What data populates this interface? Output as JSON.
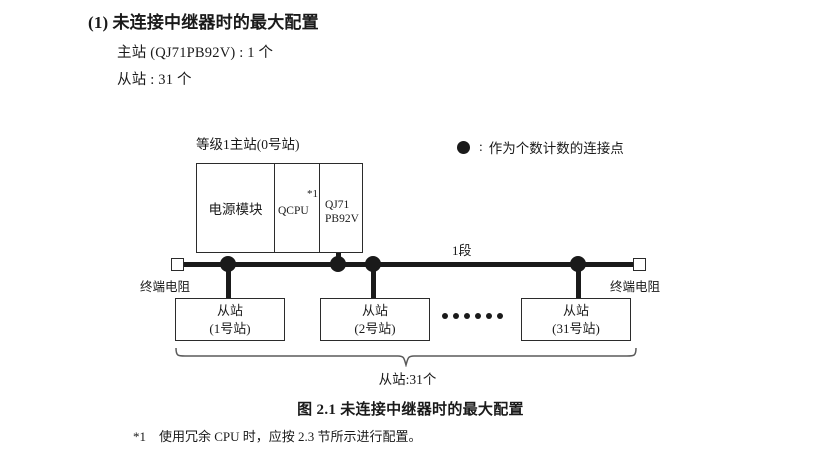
{
  "heading": {
    "number": "(1)",
    "text": "未连接中继器时的最大配置"
  },
  "specs": [
    "主站 (QJ71PB92V) : 1 个",
    "从站 : 31 个"
  ],
  "legend": {
    "symbol_icon": "filled-circle-icon",
    "separator": ":",
    "text": "作为个数计数的连接点"
  },
  "diagram": {
    "master": {
      "label": "等级1主站(0号站)",
      "cells": {
        "power_supply": "电源模块",
        "cpu": "QCPU",
        "cpu_footmark": "*1",
        "network_line1": "QJ71",
        "network_line2": "PB92V"
      }
    },
    "segment_label": "1段",
    "terminator_left": "终端电阻",
    "terminator_right": "终端电阻",
    "slaves": [
      {
        "name": "从站",
        "station": "(1号站)"
      },
      {
        "name": "从站",
        "station": "(2号站)"
      },
      {
        "name": "从站",
        "station": "(31号站)"
      }
    ],
    "ellipsis_dot_count": 6,
    "total_label": "从站:31个"
  },
  "caption": "图 2.1  未连接中继器时的最大配置",
  "footnote": {
    "mark": "*1",
    "text": "使用冗余 CPU 时，应按 2.3 节所示进行配置。"
  },
  "colors": {
    "ink": "#1a1a1a",
    "line": "#2b2b2b",
    "paper": "#ffffff"
  }
}
